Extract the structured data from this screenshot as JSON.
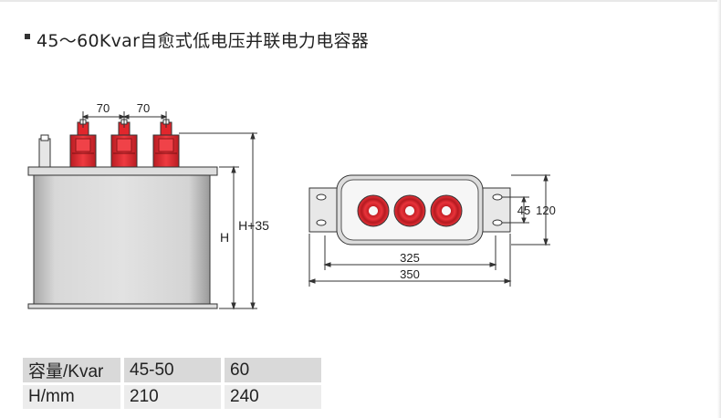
{
  "title": "45～60Kvar自愈式低电压并联电力电容器",
  "front_view": {
    "dim_pitch_1": "70",
    "dim_pitch_2": "70",
    "dim_height": "H",
    "dim_height_total": "H+35"
  },
  "top_view": {
    "dim_inner_width": "325",
    "dim_outer_width": "350",
    "dim_hole_spacing": "45",
    "dim_bracket_height": "120"
  },
  "spec_table": {
    "rows": [
      {
        "header": "容量/Kvar",
        "v1": "45-50",
        "v2": "60"
      },
      {
        "header": "H/mm",
        "v1": "210",
        "v2": "240"
      }
    ]
  },
  "colors": {
    "terminal_red": "#e1262c",
    "body_gray": "#cfcfcf",
    "line": "#333333"
  }
}
